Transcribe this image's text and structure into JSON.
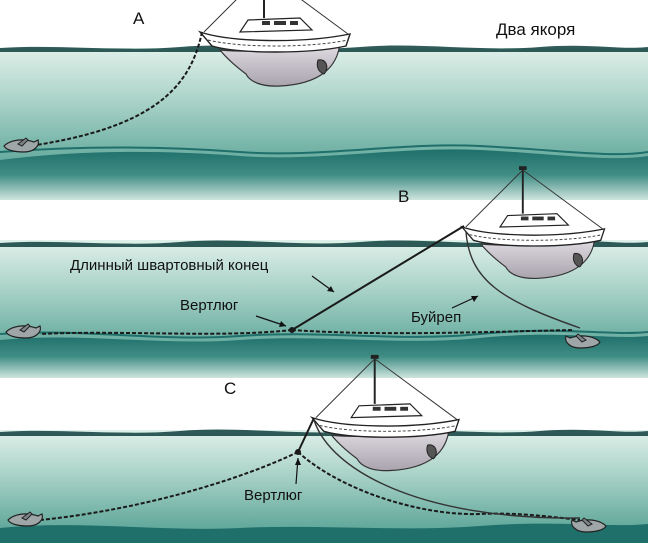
{
  "title": "Два якоря",
  "panels": [
    {
      "letter": "A"
    },
    {
      "letter": "B"
    },
    {
      "letter": "C"
    }
  ],
  "labels": {
    "long_line": "Длинный швартовный конец",
    "swivel_b": "Вертлюг",
    "buoy_line": "Буйреп",
    "swivel_c": "Вертлюг"
  },
  "colors": {
    "water_light": "#cfe5df",
    "water_mid": "#7fb8ad",
    "water_dark": "#1f6f6b",
    "seabed": "#2f7a72",
    "hull": "#ffffff",
    "keel": "#c9c4cc",
    "line": "#1a1a1a"
  }
}
